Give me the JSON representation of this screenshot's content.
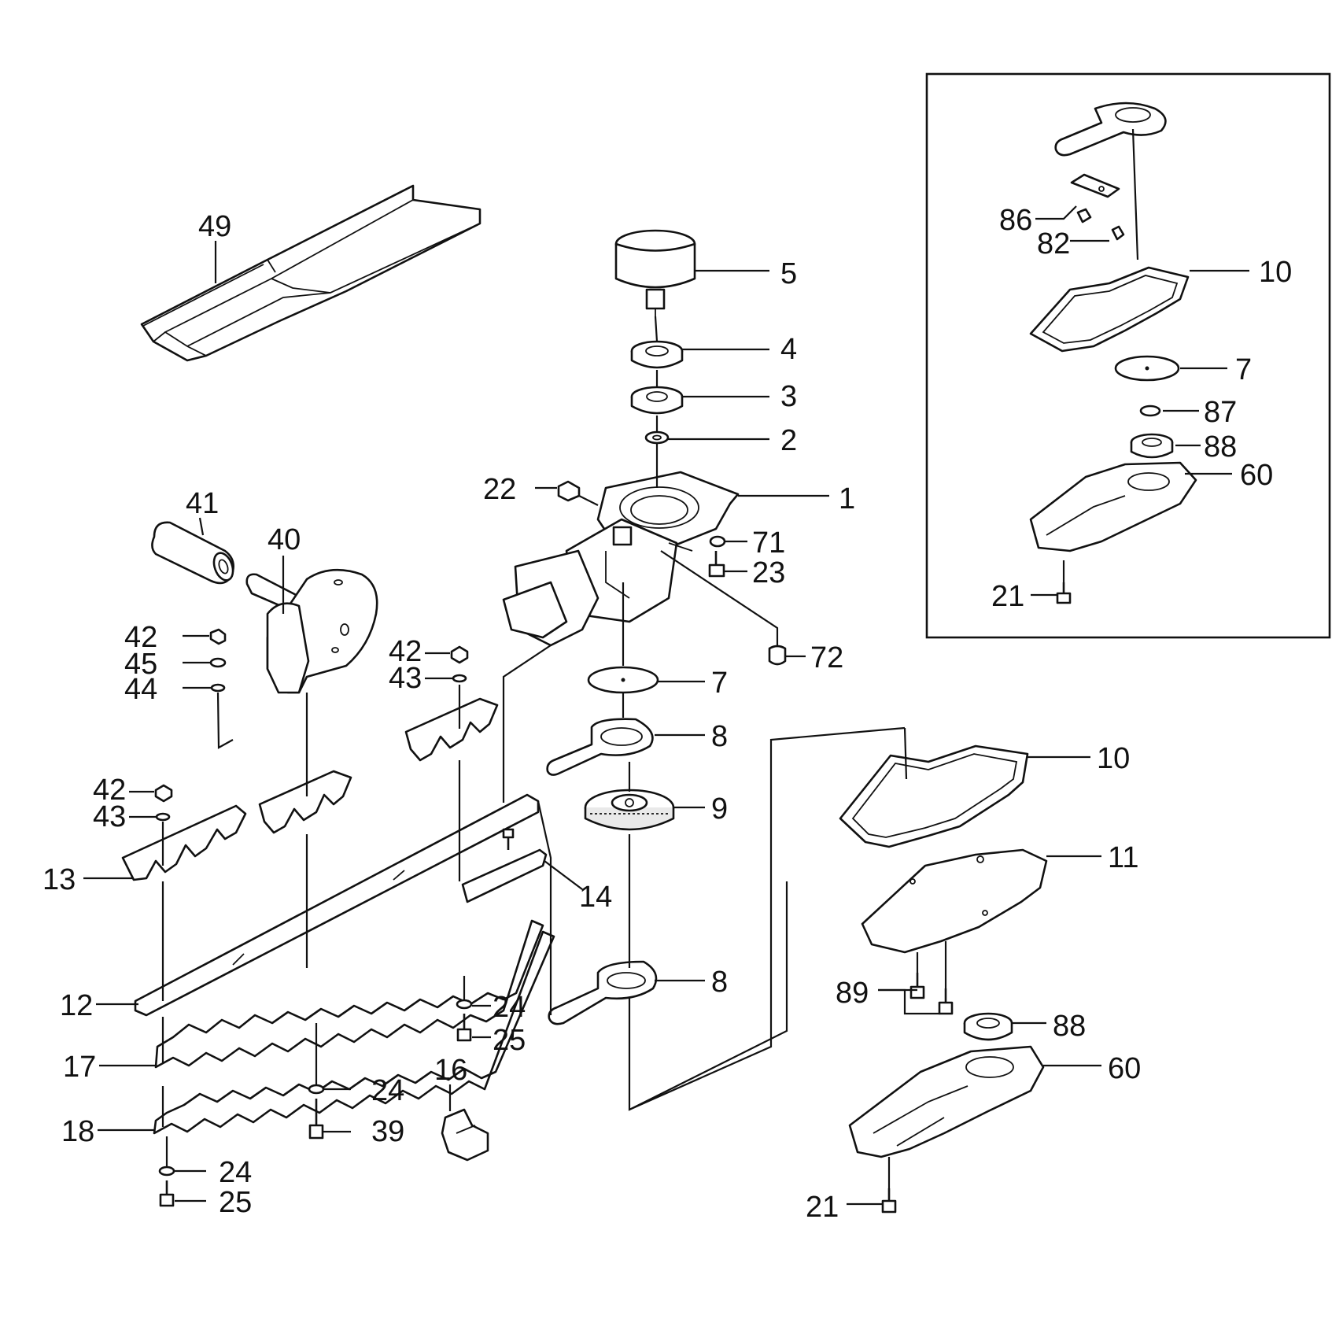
{
  "callouts": {
    "c1": "1",
    "c2": "2",
    "c3": "3",
    "c4": "4",
    "c5": "5",
    "c7a": "7",
    "c8a": "8",
    "c8b": "8",
    "c9": "9",
    "c10a": "10",
    "c11": "11",
    "c12": "12",
    "c13": "13",
    "c14": "14",
    "c16": "16",
    "c17": "17",
    "c18": "18",
    "c21a": "21",
    "c22": "22",
    "c23": "23",
    "c24a": "24",
    "c24b": "24",
    "c24c": "24",
    "c25a": "25",
    "c25b": "25",
    "c39": "39",
    "c40": "40",
    "c41": "41",
    "c42a": "42",
    "c42b": "42",
    "c42c": "42",
    "c43a": "43",
    "c43b": "43",
    "c44": "44",
    "c45": "45",
    "c49": "49",
    "c60a": "60",
    "c71": "71",
    "c72": "72",
    "c88a": "88",
    "c89": "89"
  },
  "inset": {
    "c86": "86",
    "c82": "82",
    "c10": "10",
    "c7": "7",
    "c87": "87",
    "c88": "88",
    "c60": "60",
    "c21": "21"
  }
}
